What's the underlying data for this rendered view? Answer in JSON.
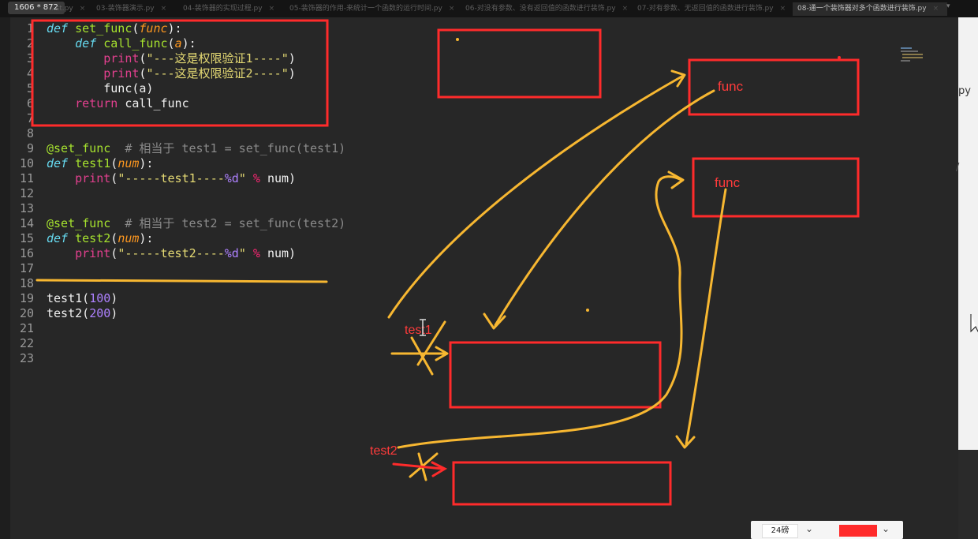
{
  "window": {
    "size_badge": "1606 * 872"
  },
  "tabs": [
    {
      "label": "...st.py",
      "close": "×"
    },
    {
      "label": "03-装饰器演示.py",
      "close": "×"
    },
    {
      "label": "04-装饰器的实现过程.py",
      "close": "×"
    },
    {
      "label": "05-装饰器的作用-来统计一个函数的运行时间.py",
      "close": "×"
    },
    {
      "label": "06-对没有参数、没有返回值的函数进行装饰.py",
      "close": "×"
    },
    {
      "label": "07-对有参数、无返回值的函数进行装饰.py",
      "close": "×"
    },
    {
      "label": "08-通一个装饰器对多个函数进行装饰.py",
      "close": "×"
    }
  ],
  "editor": {
    "line_numbers": [
      "1",
      "2",
      "3",
      "4",
      "5",
      "6",
      "7",
      "8",
      "9",
      "10",
      "11",
      "12",
      "13",
      "14",
      "15",
      "16",
      "17",
      "18",
      "19",
      "20",
      "21",
      "22",
      "23"
    ],
    "lines": [
      [
        {
          "t": "def",
          "c": "kw"
        },
        {
          "t": " "
        },
        {
          "t": "set_func",
          "c": "fn"
        },
        {
          "t": "("
        },
        {
          "t": "func",
          "c": "pm"
        },
        {
          "t": "):"
        }
      ],
      [
        {
          "t": "    "
        },
        {
          "t": "def",
          "c": "kw"
        },
        {
          "t": " "
        },
        {
          "t": "call_func",
          "c": "fn"
        },
        {
          "t": "("
        },
        {
          "t": "a",
          "c": "pm"
        },
        {
          "t": "):"
        }
      ],
      [
        {
          "t": "        "
        },
        {
          "t": "print",
          "c": "bi"
        },
        {
          "t": "("
        },
        {
          "t": "\"---这是权限验证1----\"",
          "c": "st"
        },
        {
          "t": ")"
        }
      ],
      [
        {
          "t": "        "
        },
        {
          "t": "print",
          "c": "bi"
        },
        {
          "t": "("
        },
        {
          "t": "\"---这是权限验证2----\"",
          "c": "st"
        },
        {
          "t": ")"
        }
      ],
      [
        {
          "t": "        func(a)"
        }
      ],
      [
        {
          "t": "    "
        },
        {
          "t": "return",
          "c": "bi"
        },
        {
          "t": " call_func"
        }
      ],
      [
        {
          "t": ""
        }
      ],
      [
        {
          "t": ""
        }
      ],
      [
        {
          "t": "@set_func",
          "c": "fn"
        },
        {
          "t": "  "
        },
        {
          "t": "# 相当于 test1 = set_func(test1)",
          "c": "cm"
        }
      ],
      [
        {
          "t": "def",
          "c": "kw"
        },
        {
          "t": " "
        },
        {
          "t": "test1",
          "c": "fn"
        },
        {
          "t": "("
        },
        {
          "t": "num",
          "c": "pm"
        },
        {
          "t": "):"
        }
      ],
      [
        {
          "t": "    "
        },
        {
          "t": "print",
          "c": "bi"
        },
        {
          "t": "("
        },
        {
          "t": "\"-----test1----",
          "c": "st"
        },
        {
          "t": "%d",
          "c": "nm"
        },
        {
          "t": "\"",
          "c": "st"
        },
        {
          "t": " "
        },
        {
          "t": "%",
          "c": "op"
        },
        {
          "t": " num)"
        }
      ],
      [
        {
          "t": ""
        }
      ],
      [
        {
          "t": ""
        }
      ],
      [
        {
          "t": "@set_func",
          "c": "fn"
        },
        {
          "t": "  "
        },
        {
          "t": "# 相当于 test2 = set_func(test2)",
          "c": "cm"
        }
      ],
      [
        {
          "t": "def",
          "c": "kw"
        },
        {
          "t": " "
        },
        {
          "t": "test2",
          "c": "fn"
        },
        {
          "t": "("
        },
        {
          "t": "num",
          "c": "pm"
        },
        {
          "t": "):"
        }
      ],
      [
        {
          "t": "    "
        },
        {
          "t": "print",
          "c": "bi"
        },
        {
          "t": "("
        },
        {
          "t": "\"-----test2----",
          "c": "st"
        },
        {
          "t": "%d",
          "c": "nm"
        },
        {
          "t": "\"",
          "c": "st"
        },
        {
          "t": " "
        },
        {
          "t": "%",
          "c": "op"
        },
        {
          "t": " num)"
        }
      ],
      [
        {
          "t": ""
        }
      ],
      [
        {
          "t": ""
        }
      ],
      [
        {
          "t": "test1("
        },
        {
          "t": "100",
          "c": "nm"
        },
        {
          "t": ")"
        }
      ],
      [
        {
          "t": "test2("
        },
        {
          "t": "200",
          "c": "nm"
        },
        {
          "t": ")"
        }
      ],
      [
        {
          "t": ""
        }
      ],
      [
        {
          "t": ""
        }
      ],
      [
        {
          "t": ""
        }
      ]
    ]
  },
  "annotations": {
    "label_func_1": "func",
    "label_func_2": "func",
    "label_test1": "test1",
    "label_test2": "test2",
    "colors": {
      "box": "#ff2b2b",
      "arrow": "#f7b731"
    }
  },
  "side_panel": {
    "text_1": "py",
    "text_2": "/"
  },
  "toolbar": {
    "font_size": "24磅",
    "color": "#ff2a2a"
  }
}
